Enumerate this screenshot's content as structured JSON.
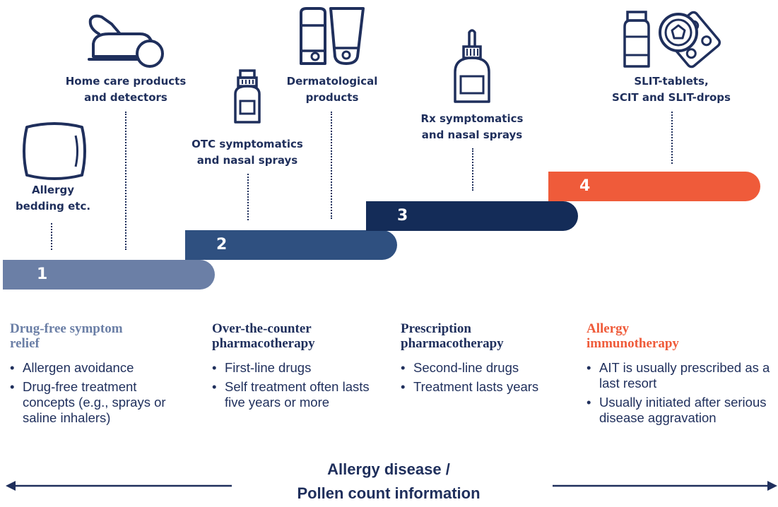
{
  "colors": {
    "navy": "#1f2f5c",
    "step1": "#6b7fa6",
    "step2": "#2f5080",
    "step3": "#142c58",
    "step4": "#ef5b3a",
    "step1_title": "#6b7fa6",
    "step4_title": "#ef5b3a"
  },
  "products": {
    "bedding": "Allergy\nbedding etc.",
    "home_care": "Home care products\nand detectors",
    "otc": "OTC symptomatics\nand nasal sprays",
    "dermatological": "Dermatological\nproducts",
    "rx": "Rx symptomatics\nand nasal sprays",
    "slit": "SLIT-tablets,\nSCIT and SLIT-drops"
  },
  "steps": [
    {
      "number": "1",
      "title": "Drug-free symptom\nrelief",
      "bullets": [
        "Allergen avoidance",
        "Drug-free treatment concepts (e.g., sprays or saline inhalers)"
      ]
    },
    {
      "number": "2",
      "title": "Over-the-counter\npharmacotherapy",
      "bullets": [
        "First-line drugs",
        "Self treatment often lasts five years or more"
      ]
    },
    {
      "number": "3",
      "title": "Prescription\npharmacotherapy",
      "bullets": [
        "Second-line drugs",
        "Treatment lasts years"
      ]
    },
    {
      "number": "4",
      "title": "Allergy\nimmunotherapy",
      "bullets": [
        "AIT is usually prescribed as a last resort",
        "Usually initiated after serious disease aggravation"
      ]
    }
  ],
  "bottom": {
    "line1": "Allergy disease /",
    "line2": "Pollen count information"
  },
  "icons": [
    "pillow-icon",
    "vacuum-cleaner-icon",
    "spray-bottle-icon",
    "cream-tubes-icon",
    "nasal-spray-icon",
    "medicine-bottle-icon",
    "blister-pack-icon"
  ]
}
